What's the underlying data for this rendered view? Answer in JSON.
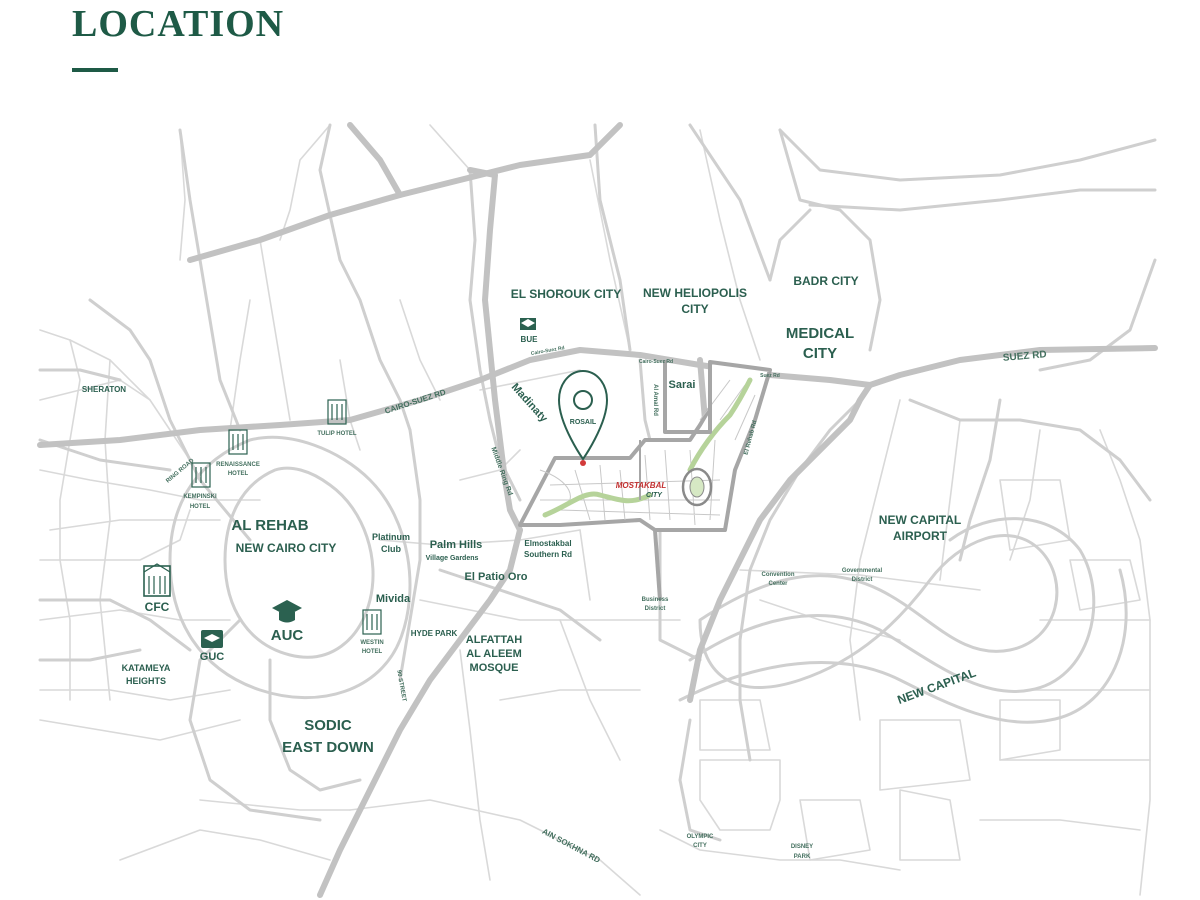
{
  "page": {
    "title": "LOCATION"
  },
  "map": {
    "areas": {
      "el_shorouk": "EL SHOROUK CITY",
      "new_heliopolis_1": "NEW HELIOPOLIS",
      "new_heliopolis_2": "CITY",
      "badr_city": "BADR CITY",
      "medical_1": "MEDICAL",
      "medical_2": "CITY",
      "al_rehab": "AL REHAB",
      "new_cairo": "NEW CAIRO CITY",
      "sodic_1": "SODIC",
      "sodic_2": "EAST DOWN",
      "new_capital_airport_1": "NEW CAPITAL",
      "new_capital_airport_2": "AIRPORT",
      "new_capital": "NEW CAPITAL",
      "sarai": "Sarai",
      "madinaty": "Madinaty",
      "palm_hills_1": "Palm Hills",
      "palm_hills_2": "Village Gardens",
      "platinum_1": "Platinum",
      "platinum_2": "Club",
      "mivida": "Mivida",
      "hyde_park": "HYDE PARK",
      "el_patio": "El Patio Oro",
      "alfattah_1": "ALFATTAH",
      "alfattah_2": "AL ALEEM",
      "alfattah_3": "MOSQUE",
      "elmostakbal_1": "Elmostakbal",
      "elmostakbal_2": "Southern Rd",
      "business_1": "Business",
      "business_2": "District",
      "governmental_1": "Governmental",
      "governmental_2": "District",
      "convention_1": "Convention",
      "convention_2": "Center",
      "olympic_1": "OLYMPIC",
      "olympic_2": "CITY",
      "disney_1": "DISNEY",
      "disney_2": "PARK",
      "katameya_1": "KATAMEYA",
      "katameya_2": "HEIGHTS",
      "sheraton": "SHERATON",
      "tulip": "TULIP HOTEL",
      "renaissance_1": "RENAISSANCE",
      "renaissance_2": "HOTEL",
      "kempinski_1": "KEMPINSKI",
      "kempinski_2": "HOTEL",
      "westin_1": "WESTIN",
      "westin_2": "HOTEL",
      "rosail": "ROSAIL",
      "mostakbal_1": "MOSTAKBAL",
      "mostakbal_2": "CITY"
    },
    "roads": {
      "suez_rd": "SUEZ RD",
      "cairo_suez_rd": "CAIRO-SUEZ RD",
      "ring_road": "RING ROAD",
      "ain_sokhna_rd": "AIN SOKHNA RD",
      "middle_ring_rd": "Middle Ring Rd",
      "al_amal_rd": "Al Amal Rd",
      "el_rehab_rd": "El Rehab Rd",
      "suez_rd_small": "Suez Rd",
      "ninety_st": "90 STREET",
      "cairo_suez_small_1": "Cairo-Suez Rd",
      "cairo_suez_small_2": "Cairo-Suez Rd"
    },
    "landmarks": {
      "bue": "BUE",
      "auc": "AUC",
      "guc": "GUC",
      "cfc": "CFC"
    },
    "colors": {
      "title_green": "#1e5a46",
      "label_green": "#2b5f4f",
      "road_gray": "#c2c2c2",
      "project_outline": "#9a9a9a",
      "park_green": "#b6d39a",
      "pin_red": "#d23a3a"
    },
    "icons": [
      "map-pin-icon",
      "graduation-cap-icon",
      "building-icon"
    ]
  }
}
